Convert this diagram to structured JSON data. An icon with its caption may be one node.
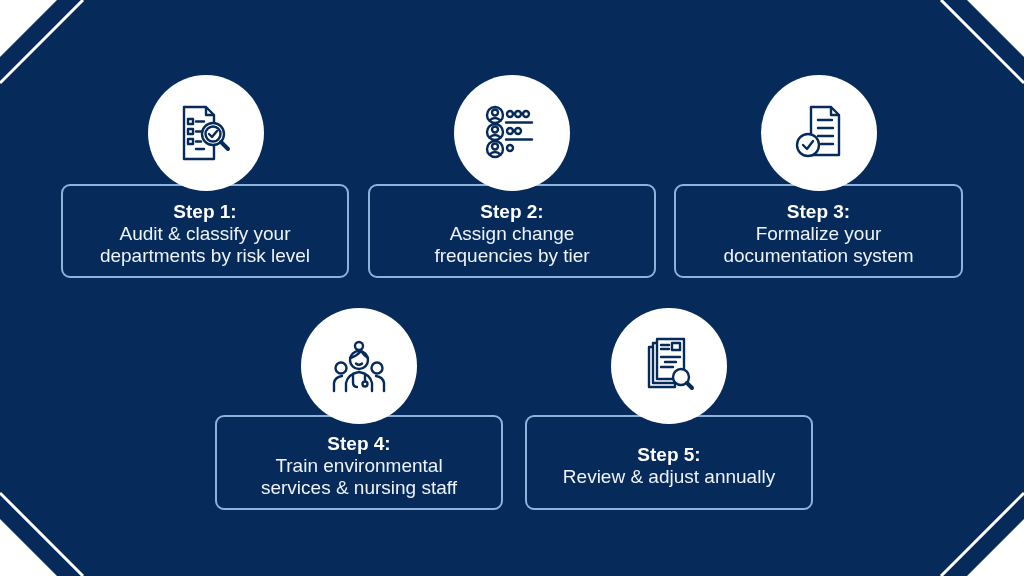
{
  "diagram": {
    "nodes": [
      {
        "text": [
          "Step 1:",
          "Audit & classify your departments by risk level"
        ]
      },
      {
        "text": [
          "Step 2:",
          "Assign change frequencies by tier"
        ]
      },
      {
        "text": [
          "Step 3:",
          "Formalize your documentation system"
        ]
      },
      {
        "text": [
          "Step 4:",
          "Train environmental services & nursing staff"
        ]
      },
      {
        "text": [
          "Step 5:",
          "Review & adjust annually"
        ]
      }
    ]
  }
}
